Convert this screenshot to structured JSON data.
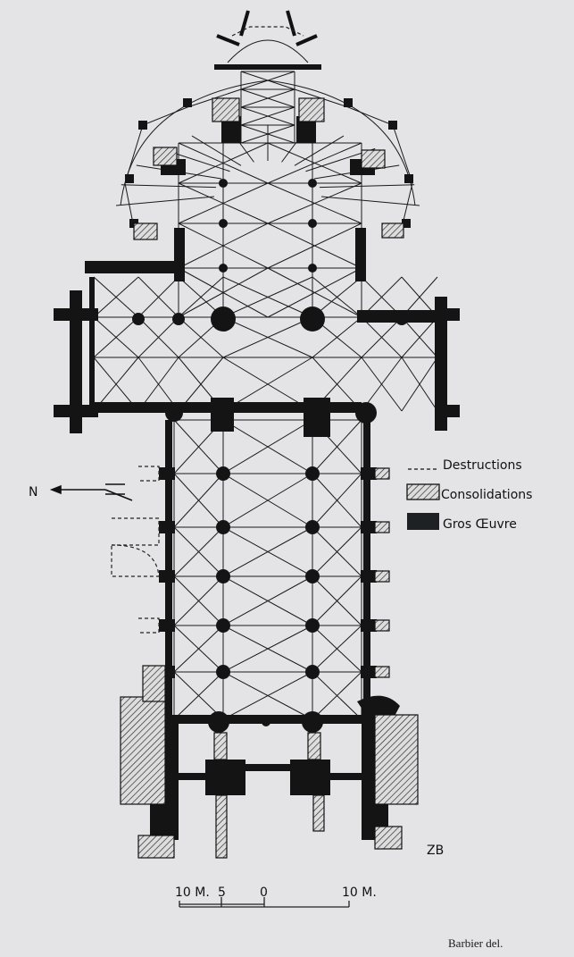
{
  "legend": {
    "items": [
      {
        "label": "Destructions",
        "style": "dashed"
      },
      {
        "label": "Consolidations",
        "style": "hatched"
      },
      {
        "label": "Gros Œuvre",
        "style": "solid"
      }
    ]
  },
  "scale": {
    "ticks": [
      "10 M.",
      "5",
      "0",
      "10 M."
    ]
  },
  "north_arrow": {
    "label": "N"
  },
  "monogram": "ZB",
  "credit": "Barbier del.",
  "colors": {
    "paper": "#e4e3e6",
    "ink": "#141414"
  }
}
